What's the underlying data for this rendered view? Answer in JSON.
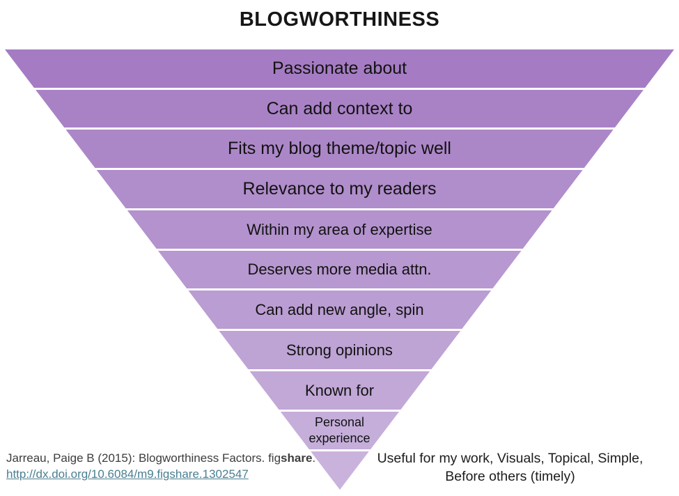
{
  "title": "BLOGWORTHINESS",
  "pyramid": {
    "layers": [
      {
        "label": "Passionate about",
        "color": "#a57cc3"
      },
      {
        "label": "Can add context to",
        "color": "#a982c6"
      },
      {
        "label": "Fits my blog theme/topic well",
        "color": "#ac87c8"
      },
      {
        "label": "Relevance to my readers",
        "color": "#b08dcb"
      },
      {
        "label": "Within my area of expertise",
        "color": "#b392cd"
      },
      {
        "label": "Deserves more media attn.",
        "color": "#b798d0"
      },
      {
        "label": "Can add new angle, spin",
        "color": "#ba9dd2"
      },
      {
        "label": "Strong opinions",
        "color": "#bea3d5"
      },
      {
        "label": "Known for",
        "color": "#c1a8d7"
      },
      {
        "label": "Personal experience",
        "color": "#c5aeda"
      },
      {
        "label": "",
        "color": "#c9b3dc"
      }
    ]
  },
  "citation": {
    "prefix": "Jarreau, Paige B (2015): Blogworthiness Factors. fig",
    "bold": "share",
    "suffix": ".",
    "url": "http://dx.doi.org/10.6084/m9.figshare.1302547"
  },
  "footnote": {
    "line1": "Useful for my work, Visuals, Topical, Simple,",
    "line2": "Before others (timely)"
  },
  "colors": {
    "band_top": "#a57cc3",
    "band_bottom": "#c9b3dc",
    "separator": "#ffffff",
    "link": "#4a7e91",
    "text": "#121212",
    "citation_text": "#3d3d3d"
  }
}
